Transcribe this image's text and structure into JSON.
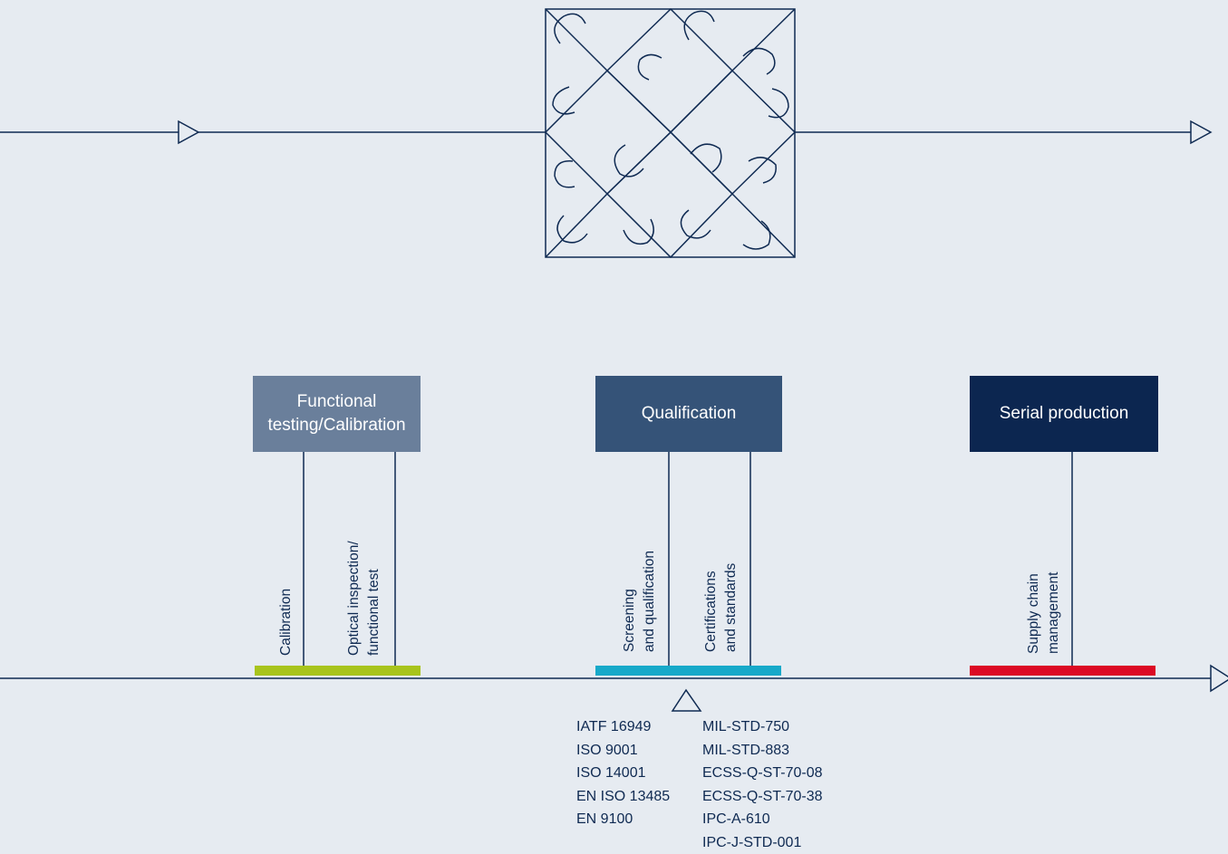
{
  "colors": {
    "background": "#e6ebf1",
    "line": "#0f2a52",
    "functional_box": "#6a7f9b",
    "qualification_box": "#355378",
    "serial_box": "#0c2650",
    "green_bar": "#a8c41c",
    "cyan_bar": "#17a9c9",
    "red_bar": "#dc0a24"
  },
  "icons": [
    "puzzle-icon",
    "arrow-head-icon",
    "triangle-marker-icon"
  ],
  "phases": [
    {
      "label": "Functional\ntesting/Calibration",
      "color": "functional_box",
      "bar": "green_bar"
    },
    {
      "label": "Qualification",
      "color": "qualification_box",
      "bar": "cyan_bar"
    },
    {
      "label": "Serial production",
      "color": "serial_box",
      "bar": "red_bar"
    }
  ],
  "activities": {
    "calibration": "Calibration",
    "optical": "Optical inspection/\nfunctional test",
    "screening": "Screening\nand qualification",
    "certifications": "Certifications\nand standards",
    "supply_chain": "Supply chain\nmanagement"
  },
  "standards": {
    "left": [
      "IATF 16949",
      "ISO 9001",
      "ISO 14001",
      "EN ISO 13485",
      "EN 9100"
    ],
    "right": [
      "MIL-STD-750",
      "MIL-STD-883",
      "ECSS-Q-ST-70-08",
      "ECSS-Q-ST-70-38",
      "IPC-A-610",
      "IPC-J-STD-001"
    ]
  }
}
